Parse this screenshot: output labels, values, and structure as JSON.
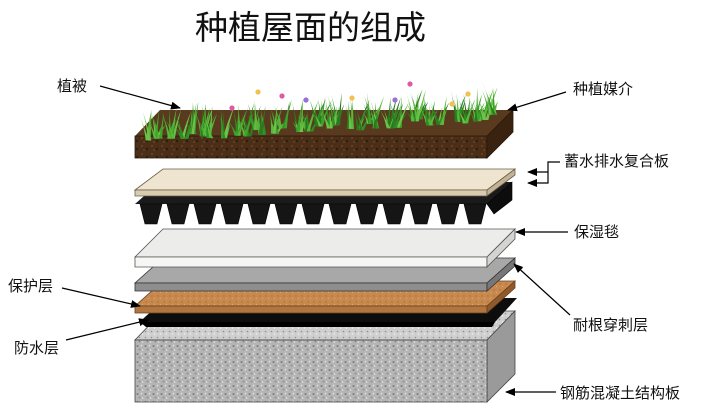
{
  "title": "种植屋面的组成",
  "labels": {
    "vegetation": "植被",
    "growing_medium": "种植媒介",
    "drainage_board": "蓄水排水复合板",
    "moisture_mat": "保湿毯",
    "protection_layer": "保护层",
    "root_barrier": "耐根穿刺层",
    "waterproof_layer": "防水层",
    "concrete_slab": "钢筋混凝土结构板"
  },
  "colors": {
    "grass": "#3fa32b",
    "soil": "#4a2e17",
    "filter_sheet": "#efe4cf",
    "drainage_cups": "#151515",
    "moisture_mat": "#ececea",
    "root_barrier": "#a8a8a8",
    "protection": "#c8894f",
    "waterproof": "#0d0d0d",
    "concrete": "#b8b8b8"
  }
}
